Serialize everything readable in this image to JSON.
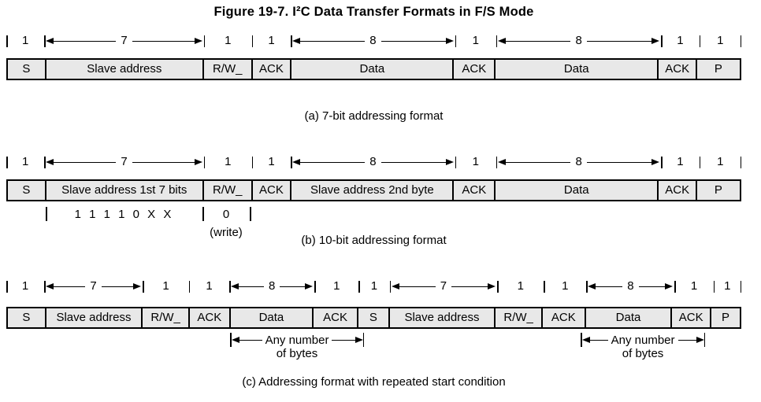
{
  "title": "Figure 19-7. I²C Data Transfer Formats in F/S Mode",
  "colors": {
    "field_fill": "#e8e8e8",
    "line": "#000000",
    "background": "#ffffff"
  },
  "diagrams": [
    {
      "caption": "(a) 7-bit addressing format",
      "columns": [
        {
          "bits": "1",
          "label": "S",
          "arrow": false,
          "width_pct": 5.25
        },
        {
          "bits": "7",
          "label": "Slave address",
          "arrow": true,
          "width_pct": 21.54
        },
        {
          "bits": "1",
          "label": "R/W_",
          "arrow": false,
          "width_pct": 6.64
        },
        {
          "bits": "1",
          "label": "ACK",
          "arrow": false,
          "width_pct": 5.36
        },
        {
          "bits": "8",
          "label": "Data",
          "arrow": true,
          "width_pct": 22.19
        },
        {
          "bits": "1",
          "label": "ACK",
          "arrow": false,
          "width_pct": 5.68
        },
        {
          "bits": "8",
          "label": "Data",
          "arrow": true,
          "width_pct": 22.29
        },
        {
          "bits": "1",
          "label": "ACK",
          "arrow": false,
          "width_pct": 5.25
        },
        {
          "bits": "1",
          "label": "P",
          "arrow": false,
          "width_pct": 5.79
        }
      ]
    },
    {
      "caption": "(b) 10-bit addressing format",
      "columns": [
        {
          "bits": "1",
          "label": "S",
          "arrow": false,
          "width_pct": 5.25
        },
        {
          "bits": "7",
          "label": "Slave address 1st 7 bits",
          "arrow": true,
          "width_pct": 21.54
        },
        {
          "bits": "1",
          "label": "R/W_",
          "arrow": false,
          "width_pct": 6.64
        },
        {
          "bits": "1",
          "label": "ACK",
          "arrow": false,
          "width_pct": 5.36
        },
        {
          "bits": "8",
          "label": "Slave address 2nd byte",
          "arrow": true,
          "width_pct": 22.19
        },
        {
          "bits": "1",
          "label": "ACK",
          "arrow": false,
          "width_pct": 5.68
        },
        {
          "bits": "8",
          "label": "Data",
          "arrow": true,
          "width_pct": 22.29
        },
        {
          "bits": "1",
          "label": "ACK",
          "arrow": false,
          "width_pct": 5.25
        },
        {
          "bits": "1",
          "label": "P",
          "arrow": false,
          "width_pct": 5.79
        }
      ],
      "sub_annotation": {
        "address_bits": "1 1 1 1 0 X X",
        "rw_bit": "0",
        "rw_note": "(write)"
      }
    },
    {
      "caption": "(c) Addressing format with repeated start condition",
      "columns": [
        {
          "bits": "1",
          "label": "S",
          "arrow": false,
          "width_pct": 5.25
        },
        {
          "bits": "7",
          "label": "Slave address",
          "arrow": true,
          "width_pct": 13.18
        },
        {
          "bits": "1",
          "label": "R/W_",
          "arrow": false,
          "width_pct": 6.43
        },
        {
          "bits": "1",
          "label": "ACK",
          "arrow": false,
          "width_pct": 5.57
        },
        {
          "bits": "8",
          "label": "Data",
          "arrow": true,
          "width_pct": 11.36
        },
        {
          "bits": "1",
          "label": "ACK",
          "arrow": false,
          "width_pct": 6.11
        },
        {
          "bits": "1",
          "label": "S",
          "arrow": false,
          "width_pct": 4.29
        },
        {
          "bits": "7",
          "label": "Slave address",
          "arrow": true,
          "width_pct": 14.47
        },
        {
          "bits": "1",
          "label": "R/W_",
          "arrow": false,
          "width_pct": 6.43
        },
        {
          "bits": "1",
          "label": "ACK",
          "arrow": false,
          "width_pct": 5.9
        },
        {
          "bits": "8",
          "label": "Data",
          "arrow": true,
          "width_pct": 11.79
        },
        {
          "bits": "1",
          "label": "ACK",
          "arrow": false,
          "width_pct": 5.36
        },
        {
          "bits": "1",
          "label": "P",
          "arrow": false,
          "width_pct": 3.86
        }
      ],
      "byte_annotations": [
        {
          "line1": "Any number",
          "line2": "of bytes"
        },
        {
          "line1": "Any number",
          "line2": "of bytes"
        }
      ]
    }
  ]
}
